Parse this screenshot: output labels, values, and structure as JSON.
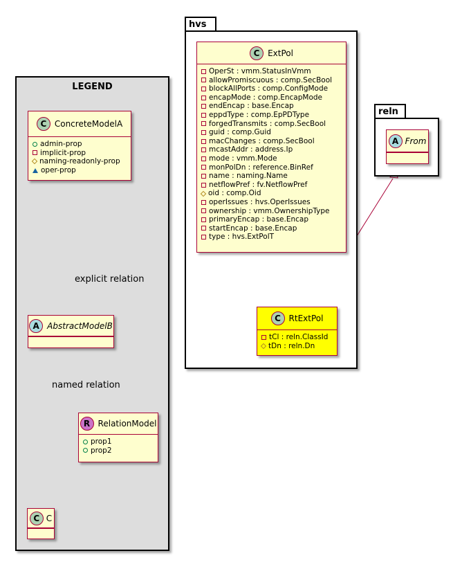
{
  "legend": {
    "title": "LEGEND",
    "concrete": {
      "badge": "C",
      "name": "ConcreteModelA",
      "attrs": [
        {
          "vis": "public",
          "text": "admin-prop"
        },
        {
          "vis": "private",
          "text": "implicit-prop"
        },
        {
          "vis": "protected",
          "text": "naming-readonly-prop"
        },
        {
          "vis": "package",
          "text": "oper-prop"
        }
      ]
    },
    "explicit_label": "explicit relation",
    "abstract": {
      "badge": "A",
      "name": "AbstractModelB"
    },
    "named_label": "named relation",
    "relation": {
      "badge": "R",
      "name": "RelationModel",
      "attrs": [
        {
          "vis": "public",
          "text": "prop1"
        },
        {
          "vis": "public",
          "text": "prop2"
        }
      ]
    },
    "c": {
      "badge": "C",
      "name": "C"
    }
  },
  "hvs": {
    "tab": "hvs",
    "extpol": {
      "badge": "C",
      "name": "ExtPol",
      "attrs": [
        {
          "vis": "private",
          "text": "OperSt : vmm.StatusInVmm"
        },
        {
          "vis": "private",
          "text": "allowPromiscuous : comp.SecBool"
        },
        {
          "vis": "private",
          "text": "blockAllPorts : comp.ConfigMode"
        },
        {
          "vis": "private",
          "text": "encapMode : comp.EncapMode"
        },
        {
          "vis": "private",
          "text": "endEncap : base.Encap"
        },
        {
          "vis": "private",
          "text": "eppdType : comp.EpPDType"
        },
        {
          "vis": "private",
          "text": "forgedTransmits : comp.SecBool"
        },
        {
          "vis": "private",
          "text": "guid : comp.Guid"
        },
        {
          "vis": "private",
          "text": "macChanges : comp.SecBool"
        },
        {
          "vis": "private",
          "text": "mcastAddr : address.Ip"
        },
        {
          "vis": "private",
          "text": "mode : vmm.Mode"
        },
        {
          "vis": "private",
          "text": "monPolDn : reference.BinRef"
        },
        {
          "vis": "private",
          "text": "name : naming.Name"
        },
        {
          "vis": "private",
          "text": "netflowPref : fv.NetflowPref"
        },
        {
          "vis": "protected",
          "text": "oid : comp.Oid"
        },
        {
          "vis": "private",
          "text": "operIssues : hvs.OperIssues"
        },
        {
          "vis": "private",
          "text": "ownership : vmm.OwnershipType"
        },
        {
          "vis": "private",
          "text": "primaryEncap : base.Encap"
        },
        {
          "vis": "private",
          "text": "startEncap : base.Encap"
        },
        {
          "vis": "private",
          "text": "type : hvs.ExtPolT"
        }
      ]
    },
    "rtextpol": {
      "badge": "C",
      "name": "RtExtPol",
      "fill": "#ffff00",
      "attrs": [
        {
          "vis": "private",
          "text": "tCl : reln.ClassId"
        },
        {
          "vis": "protected",
          "text": "tDn : reln.Dn"
        }
      ]
    }
  },
  "reln": {
    "tab": "reln",
    "from": {
      "badge": "A",
      "name": "From"
    }
  },
  "colors": {
    "class_border": "#a80036",
    "class_fill": "#fefece",
    "legend_fill": "#dddddd",
    "highlight_fill": "#ffff00"
  }
}
